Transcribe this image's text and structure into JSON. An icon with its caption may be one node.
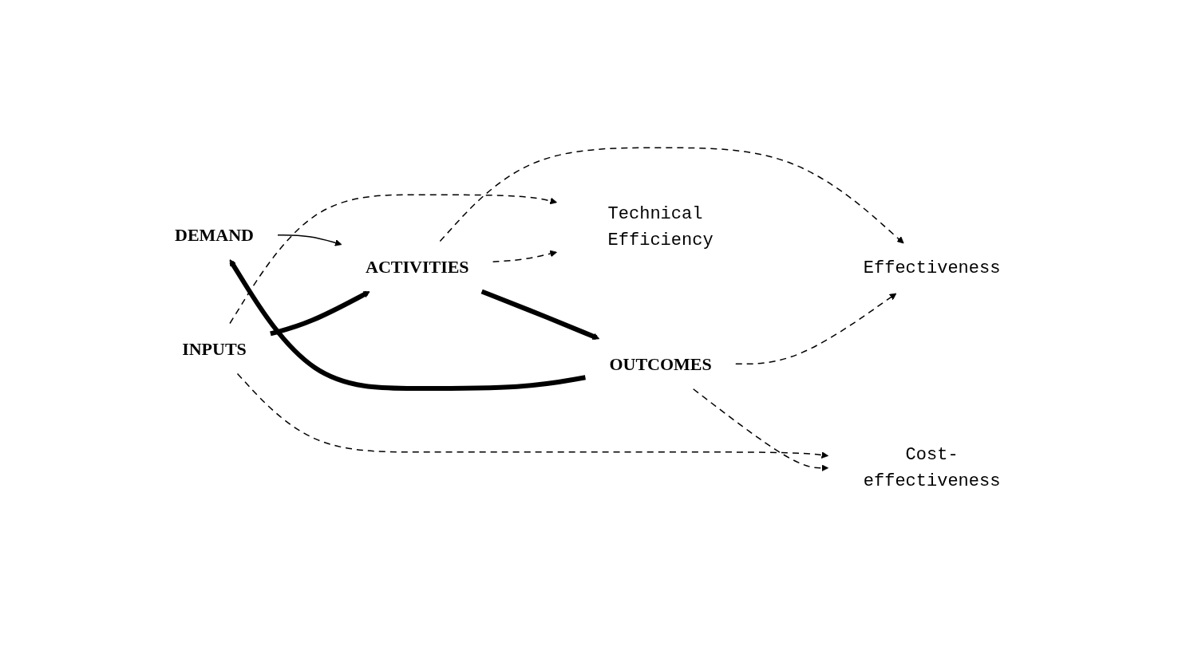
{
  "diagram": {
    "nodes": [
      {
        "text": [
          "DEMAND"
        ]
      },
      {
        "text": [
          "INPUTS"
        ]
      },
      {
        "text": [
          "ACTIVITIES"
        ]
      },
      {
        "text": [
          "OUTCOMES"
        ]
      },
      {
        "text": [
          "Technical Efficiency"
        ]
      },
      {
        "text": [
          "Effectiveness"
        ]
      },
      {
        "text": [
          "Cost-effectiveness"
        ]
      }
    ],
    "edges": [
      {
        "from": 0,
        "to": 2,
        "arrow": "to"
      },
      {
        "from": 3,
        "to": 0,
        "arrow": "to",
        "style": "thick"
      },
      {
        "from": 1,
        "to": 2,
        "arrow": "to",
        "style": "thick"
      },
      {
        "from": 2,
        "to": 3,
        "arrow": "to",
        "style": "thick"
      },
      {
        "from": 1,
        "to": 4,
        "arrow": "to",
        "style": "dashed"
      },
      {
        "from": 2,
        "to": 4,
        "arrow": "to",
        "style": "dashed"
      },
      {
        "from": 2,
        "to": 5,
        "arrow": "to",
        "style": "dashed"
      },
      {
        "from": 3,
        "to": 5,
        "arrow": "to",
        "style": "dashed"
      },
      {
        "from": 1,
        "to": 6,
        "arrow": "to",
        "style": "dashed"
      },
      {
        "from": 3,
        "to": 6,
        "arrow": "to",
        "style": "dashed"
      }
    ]
  }
}
